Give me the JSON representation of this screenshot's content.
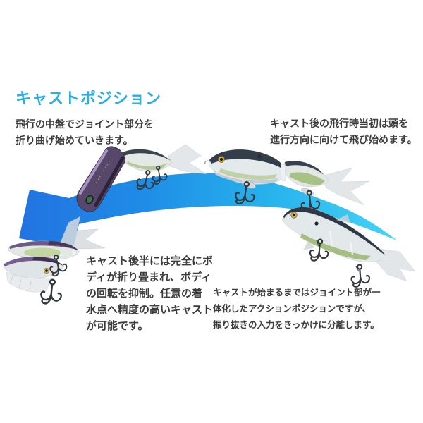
{
  "title": {
    "text": "キャストポジション",
    "color": "#29ade3"
  },
  "text_color": "#3c3c3c",
  "captions": {
    "top_left": {
      "lines": [
        "飛行の中盤でジョイント部分を",
        "折り曲げ始めていきます。"
      ]
    },
    "top_right": {
      "lines": [
        "キャスト後の飛行時当初は頭を",
        "進行方向に向けて飛び始めます。"
      ]
    },
    "bottom_left": {
      "lines": [
        "キャスト後半には完全にボ",
        "ディが折り畳まれ、ボディ",
        "の回転を抑制。任意の着",
        "水点へ精度の高いキャスト",
        "が可能です。"
      ]
    },
    "bottom_right": {
      "lines": [
        "キャストが始まるまではジョイント部が一",
        "体化したアクションポジションですが、",
        "振り抜きの入力をきっかけに分離します。"
      ]
    }
  },
  "arrow": {
    "direction": "right-to-left",
    "gradient": [
      "#2273e2",
      "#1f8ce6",
      "#27b2ec",
      "#45d4f5"
    ]
  }
}
